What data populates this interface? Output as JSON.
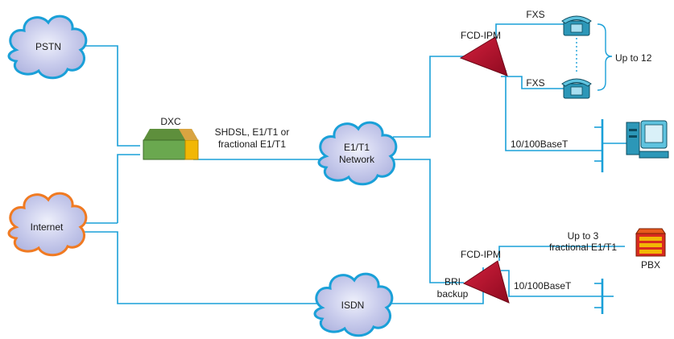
{
  "nodes": {
    "pstn": "PSTN",
    "internet": "Internet",
    "dxc": "DXC",
    "network_line1": "E1/T1",
    "network_line2": "Network",
    "isdn": "ISDN",
    "fcd_top": "FCD-IPM",
    "fcd_bottom": "FCD-IPM",
    "pbx": "PBX"
  },
  "labels": {
    "link_line1": "SHDSL, E1/T1 or",
    "link_line2": "fractional E1/T1",
    "fxs_top": "FXS",
    "fxs_bottom": "FXS",
    "up_to_12": "Up to 12",
    "lan_top": "10/100BaseT",
    "lan_bottom": "10/100BaseT",
    "up_to_3_line1": "Up to 3",
    "up_to_3_line2": "fractional E1/T1",
    "bri_line1": "BRI",
    "bri_line2": "backup"
  },
  "colors": {
    "link": "#1aa0d8",
    "cloud_blue_outline": "#1aa0d8",
    "cloud_orange_outline": "#f07a22",
    "fcd": "#b5102c",
    "dxc_green": "#6aa84f",
    "dxc_yellow": "#f2b705"
  },
  "icons": [
    "phone-icon",
    "computer-icon",
    "pbx-icon",
    "cloud-icon"
  ]
}
